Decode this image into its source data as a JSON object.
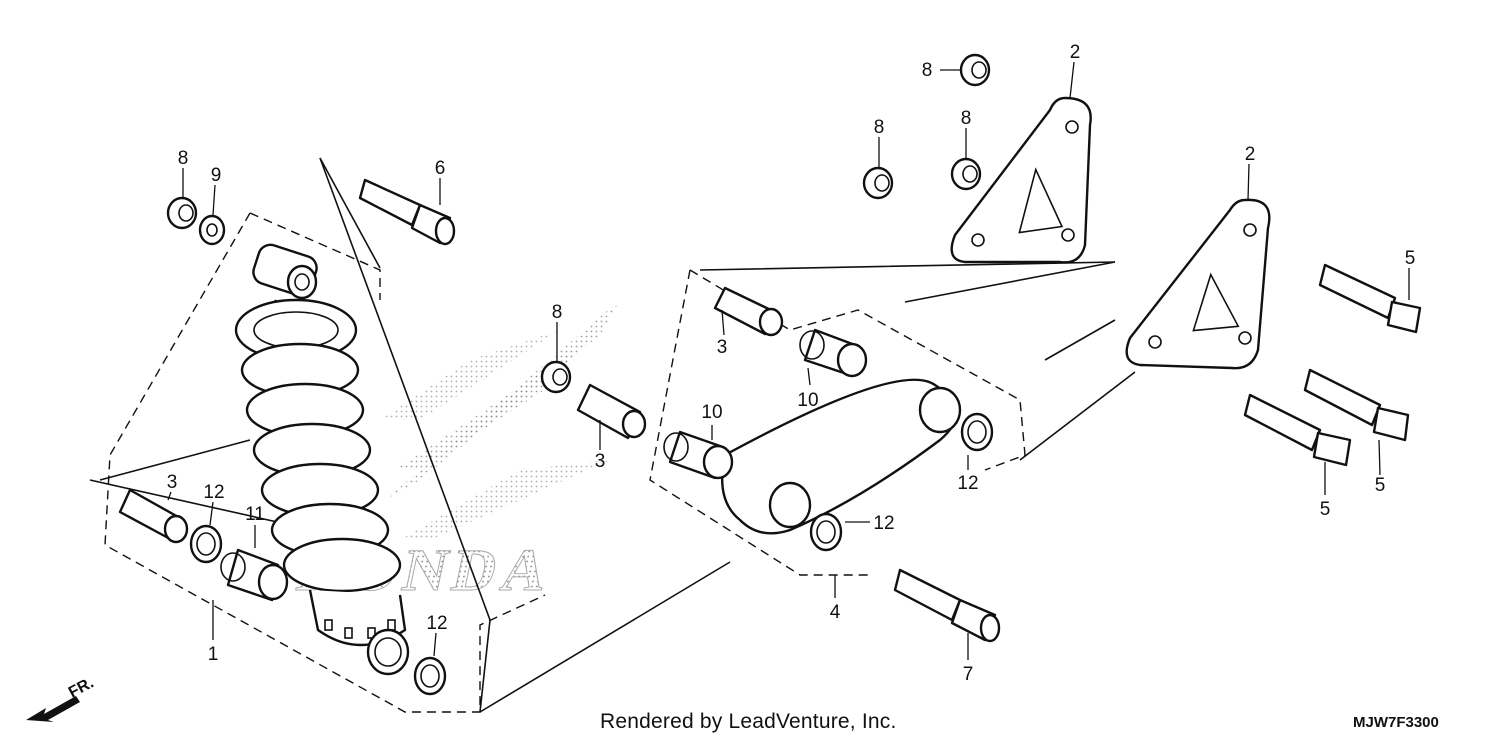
{
  "callouts": {
    "shock_absorber": "1",
    "bracket_upper": "2",
    "bracket_lower": "2",
    "collar_lower": "3",
    "collar_middle": "3",
    "collar_right": "3",
    "link_assembly": "4",
    "bolt_a": "5",
    "bolt_b": "5",
    "bolt_c": "5",
    "bolt_top": "6",
    "bolt_bottom": "7",
    "nut_left": "8",
    "nut_middle": "8",
    "nut_top": "8",
    "nut_upper_a": "8",
    "nut_upper_b": "8",
    "washer": "9",
    "bearing_a": "10",
    "bearing_b": "10",
    "bearing_shock": "11",
    "seal_a": "12",
    "seal_b": "12",
    "seal_c": "12",
    "seal_d": "12"
  },
  "watermark": "HONDA",
  "direction_label": "FR.",
  "footer": {
    "credit": "Rendered by LeadVenture, Inc.",
    "diagram_code": "MJW7F3300"
  }
}
